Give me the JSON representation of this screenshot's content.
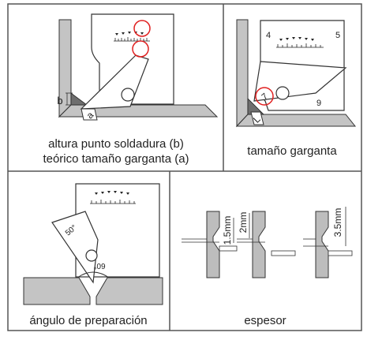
{
  "panels": {
    "top_left": {
      "label_b": "b",
      "label_a": "a",
      "caption_line1": "altura punto soldadura (b)",
      "caption_line2": "teórico tamaño garganta (a)"
    },
    "top_right": {
      "label_L": "L",
      "label_4": "4",
      "label_5": "5",
      "label_9": "9",
      "circled_label": "7",
      "caption": "tamaño garganta"
    },
    "bottom_left": {
      "angle_top": "50°",
      "angle_bottom": "60°",
      "caption": "ángulo de preparación"
    },
    "bottom_right": {
      "dim_1": "1.5mm",
      "dim_2": "2mm",
      "dim_3": "3.5mm",
      "caption": "espesor"
    }
  },
  "colors": {
    "frame": "#555555",
    "plate_fill": "#bdbdbd",
    "weld_fill": "#6e6e6e",
    "highlight_circle": "#e02020",
    "line": "#222222"
  }
}
